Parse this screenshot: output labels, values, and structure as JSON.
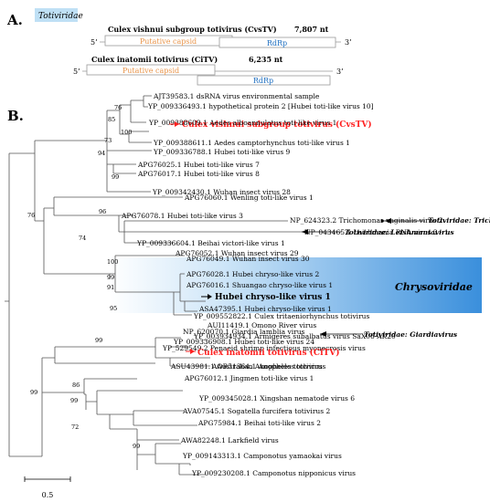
{
  "panel_a": {
    "label": "A.",
    "family_tag": "Totiviridae",
    "genomes": [
      {
        "name": "Culex vishnui subgroup totivirus (CvsTV)",
        "length": "7,807 nt",
        "five_prime": "5’",
        "three_prime": "3’",
        "orf1": "Putative capsid",
        "orf2": "RdRp"
      },
      {
        "name": "Culex inatomii totivirus (CiTV)",
        "length": "6,235 nt",
        "five_prime": "5’",
        "three_prime": "3’",
        "orf1": "Putative capsid",
        "orf2": "RdRp"
      }
    ],
    "colors": {
      "tag_bg": "#bfe0f5",
      "capsid_text": "#e8944a",
      "rdrp_text": "#1f6fc0",
      "box_stroke": "#999999"
    }
  },
  "panel_b": {
    "label": "B.",
    "taxa": [
      "AJT39583.1 dsRNA virus environmental sample",
      "YP_009336493.1 hypothetical protein 2 [Hubei toti-like virus 10]",
      "Culex vishnui subgroup totivirus (CvsTV)",
      "YP_009388609.1 Aedes alboannulatus toti-like virus 1",
      "YP_009388611.1 Aedes camptorhynchus toti-like virus 1",
      "YP_009336788.1 Hubei toti-like virus 9",
      "APG76025.1 Hubei toti-like virus 7",
      "APG76017.1 Hubei toti-like virus 8",
      "YP_009342430.1 Wuhan insect virus 28",
      "APG76060.1 Wenling toti-like virus 1",
      "APG76078.1 Hubei toti-like virus 3",
      "NP_624323.2 Trichomonas vaginalis virus 2",
      "NP_043465.1 Leishmania RNA virus 2 - 1",
      "YP_009336604.1 Beihai victori-like virus 1",
      "APG76052.1 Wuhan insect virus 29",
      "APG76049.1 Wuhan insect virus 30",
      "APG76028.1 Hubei chryso-like virus 2",
      "APG76016.1 Shuangao chryso-like virus 1",
      "Hubei chryso-like virus 1",
      "ASA47395.1 Hubei chryso-like virus 1",
      "YP_009552822.1 Culex tritaeniorhynchus totivirus",
      "AUI11419.1 Omono River virus",
      "YP_003934934.1 Armigeres subalbatus virus SaX06-AK20",
      "YP_529549.2 Penaeid shrimp infectious myonecrosis virus",
      "NP_620070.1 Giardia lamblia virus",
      "YP_009336908.1 Hubei toti-like virus 24",
      "Culex inatomii totivirus (CiTV)",
      "ASU43981.1 Australian Anopheles totivirus",
      "AOR51364.1 Anopheles totivirus",
      "APG76012.1 Jingmen toti-like virus 1",
      "YP_009345028.1 Xingshan nematode virus 6",
      "AVA07545.1 Sogatella furcifera totivirus 2",
      "APG75984.1 Beihai toti-like virus 2",
      "AWA82248.1 Larkfield virus",
      "YP_009143313.1 Camponotus yamaokai virus",
      "YP_009230208.1 Camponotus nipponicus virus"
    ],
    "bootstraps": [
      "76",
      "85",
      "73",
      "100",
      "94",
      "99",
      "96",
      "76",
      "74",
      "100",
      "99",
      "91",
      "95",
      "99",
      "99",
      "86",
      "99",
      "72",
      "99"
    ],
    "annotations": [
      "Totiviridae: Trichomonasvirus",
      "Totiviridae: Leishmaniavirus",
      "Totiviridae: Giardiavirus"
    ],
    "clade_label": "Chrysoviridae",
    "scale_label": "0.5",
    "colors": {
      "highlight": "#ff2020",
      "clade_dark": "#3a8fdc",
      "clade_light": "#e6f2fb"
    }
  }
}
